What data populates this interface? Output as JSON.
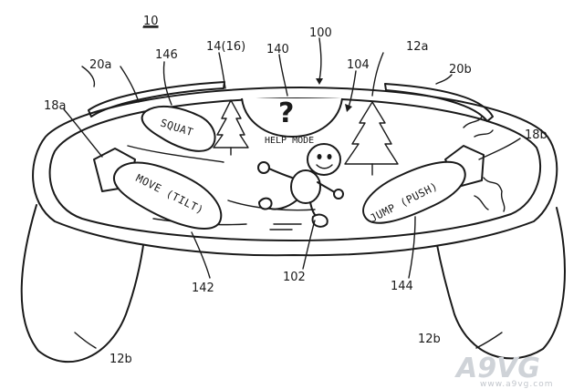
{
  "figure_label": "10",
  "screen": {
    "help_mode_label": "HELP MODE",
    "help_symbol": "?"
  },
  "buttons": {
    "squat": "SQUAT",
    "move": "MOVE (TILT)",
    "jump": "JUMP (PUSH)"
  },
  "reference_numbers": {
    "device": "100",
    "speaker": "14(16)",
    "help_area": "140",
    "squat_button": "146",
    "tree_arrow": "104",
    "display": "12a",
    "left_shoulder": "20a",
    "right_shoulder": "20b",
    "left_input": "18a",
    "right_input": "18b",
    "move_button": "142",
    "character": "102",
    "jump_button": "144",
    "left_grip": "12b",
    "right_grip": "12b"
  },
  "watermark": {
    "text": "A9VG",
    "sub": "www.a9vg.com"
  }
}
